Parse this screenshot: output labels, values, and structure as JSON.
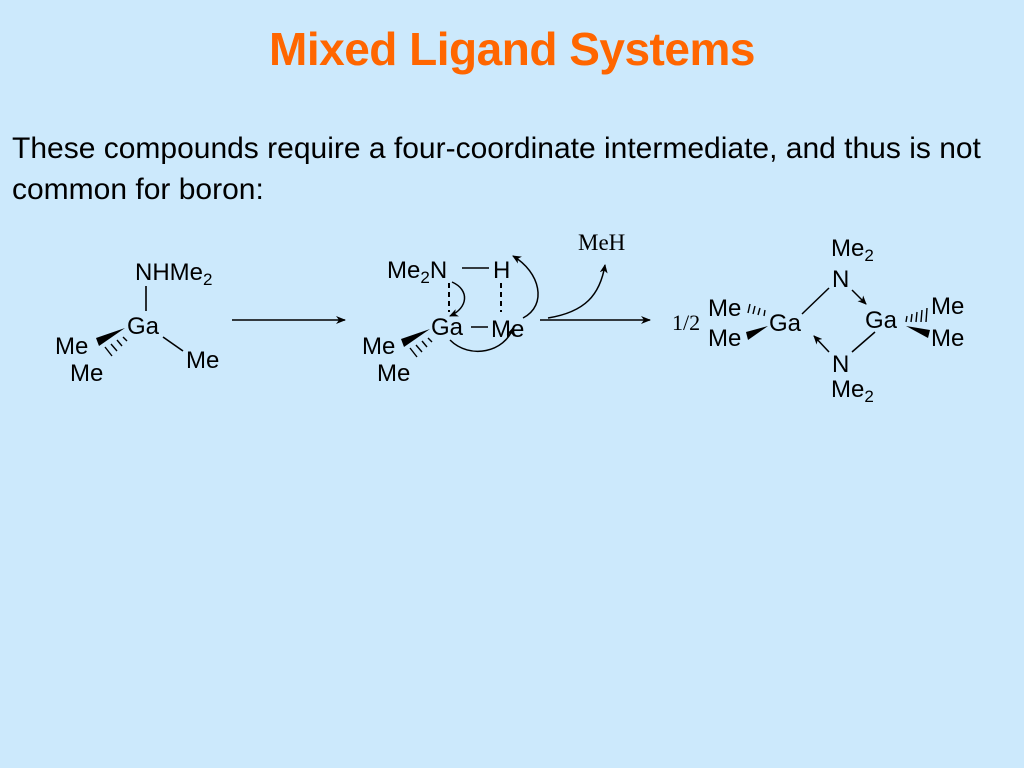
{
  "slide": {
    "title": "Mixed Ligand Systems",
    "body": "These compounds require a four-coordinate intermediate, and thus is not common for boron:"
  },
  "colors": {
    "background": "#cce9fc",
    "title": "#ff6600",
    "text": "#000000"
  },
  "scheme": {
    "reactant": {
      "nh": "NHMe",
      "nh_sub": "2",
      "ga": "Ga",
      "me_left_top": "Me",
      "me_left_bottom": "Me",
      "me_right": "Me"
    },
    "intermediate": {
      "n_prefix": "Me",
      "n_sub": "2",
      "n": "N",
      "h": "H",
      "ga": "Ga",
      "me_right": "Me",
      "me_left_top": "Me",
      "me_left_bottom": "Me"
    },
    "byproduct": {
      "label": "MeH"
    },
    "product": {
      "coefficient": "1/2",
      "me_top": "Me",
      "me_top_sub": "2",
      "n_top": "N",
      "ga_left": "Ga",
      "ga_right": "Ga",
      "n_bottom": "N",
      "me_bottom": "Me",
      "me_bottom_sub": "2",
      "me_left_top": "Me",
      "me_left_bottom": "Me",
      "me_right_top": "Me",
      "me_right_bottom": "Me"
    }
  }
}
